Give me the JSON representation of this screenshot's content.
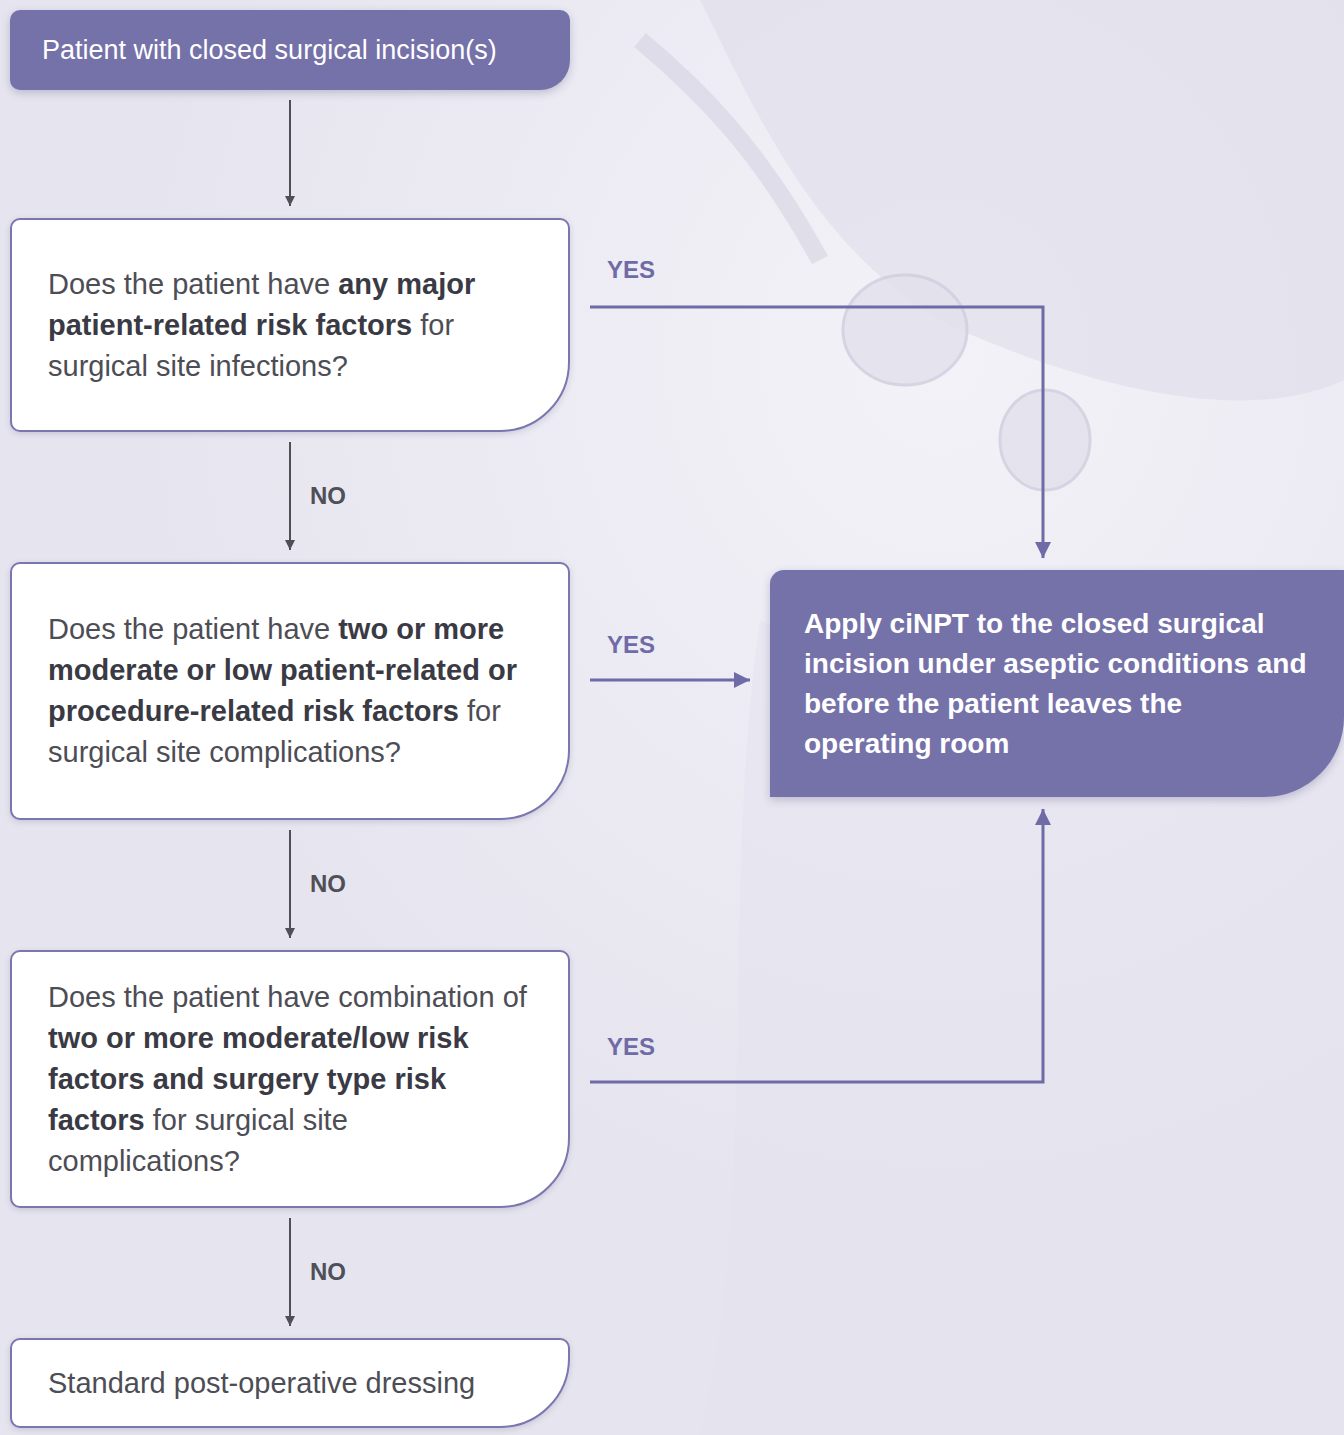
{
  "diagram": {
    "nodes": [
      {
        "text": [
          "Patient with closed surgical incision(s)"
        ]
      },
      {
        "text": [
          "Does the patient have any major patient-related risk factors for surgical site infections?"
        ]
      },
      {
        "text": [
          "Does the patient have two or more moderate or low patient-related or procedure-related risk factors for surgical site complications?"
        ]
      },
      {
        "text": [
          "Does the patient have combination of two or more moderate/low risk factors and surgery type risk factors for surgical site complications?"
        ]
      },
      {
        "text": [
          "Standard post-operative dressing"
        ]
      },
      {
        "text": [
          "Apply ciNPT to the closed surgical incision under aseptic conditions and before the patient leaves the operating room"
        ]
      }
    ],
    "edges": [
      {
        "from": 0,
        "to": 1,
        "arrow": "to"
      },
      {
        "from": 1,
        "to": 2,
        "label": "NO",
        "arrow": "to"
      },
      {
        "from": 2,
        "to": 3,
        "label": "NO",
        "arrow": "to"
      },
      {
        "from": 3,
        "to": 4,
        "label": "NO",
        "arrow": "to"
      },
      {
        "from": 1,
        "to": 5,
        "label": "YES",
        "arrow": "to"
      },
      {
        "from": 2,
        "to": 5,
        "label": "YES",
        "arrow": "to"
      },
      {
        "from": 3,
        "to": 5,
        "label": "YES",
        "arrow": "to"
      }
    ]
  }
}
